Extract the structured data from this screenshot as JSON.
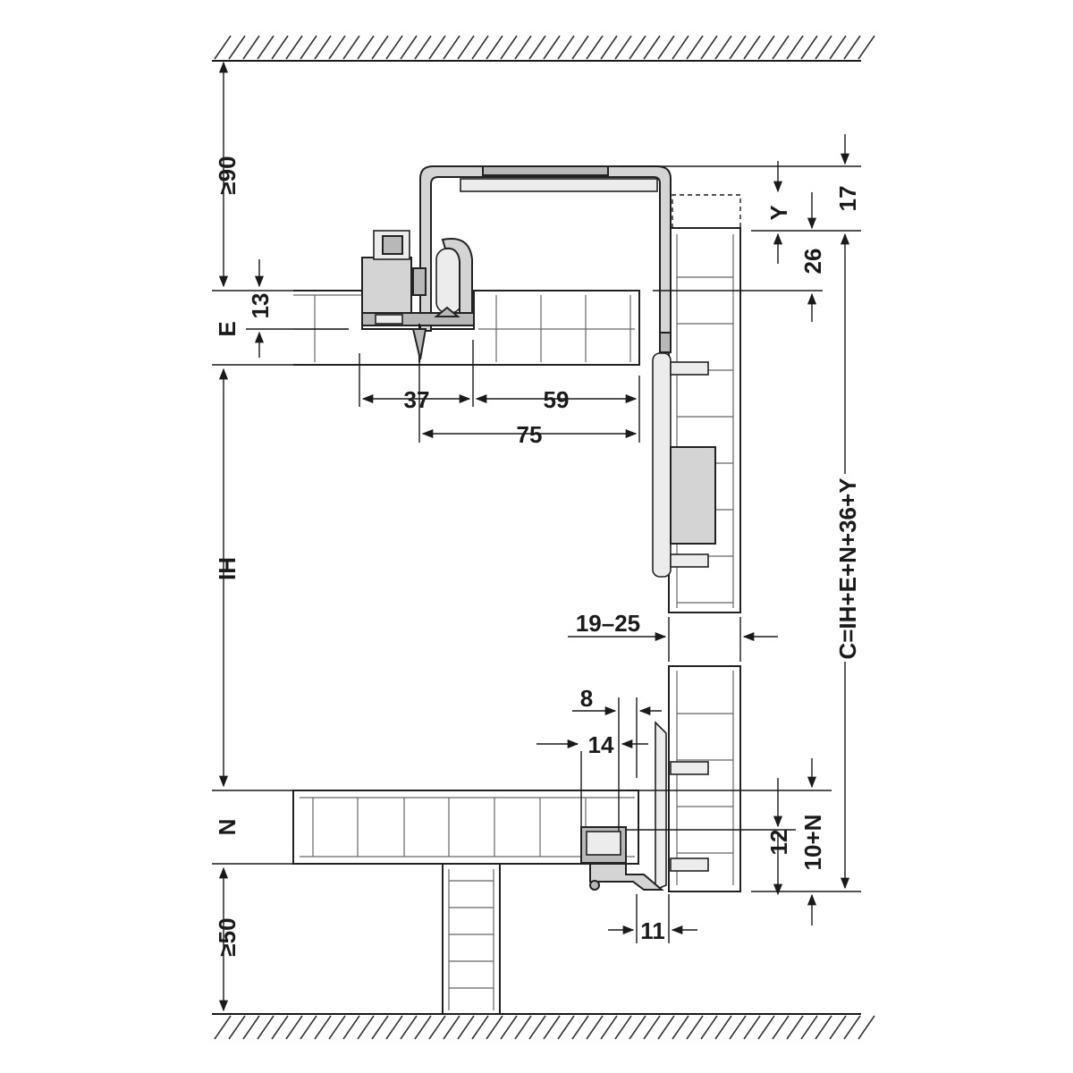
{
  "labels": {
    "top_clearance": "≥90",
    "bottom_clearance": "≥50",
    "e": "E",
    "ih": "IH",
    "n": "N",
    "d13": "13",
    "d37": "37",
    "d59": "59",
    "d75": "75",
    "d17": "17",
    "y": "Y",
    "d26": "26",
    "formula": "C=IH+E+N+36+Y",
    "d19_25": "19–25",
    "d8": "8",
    "d14": "14",
    "d12": "12",
    "d10n": "10+N",
    "d11": "11"
  },
  "colors": {
    "line": "#1a1a1a",
    "hardware": "#d4d4d4",
    "panel": "#ffffff"
  }
}
